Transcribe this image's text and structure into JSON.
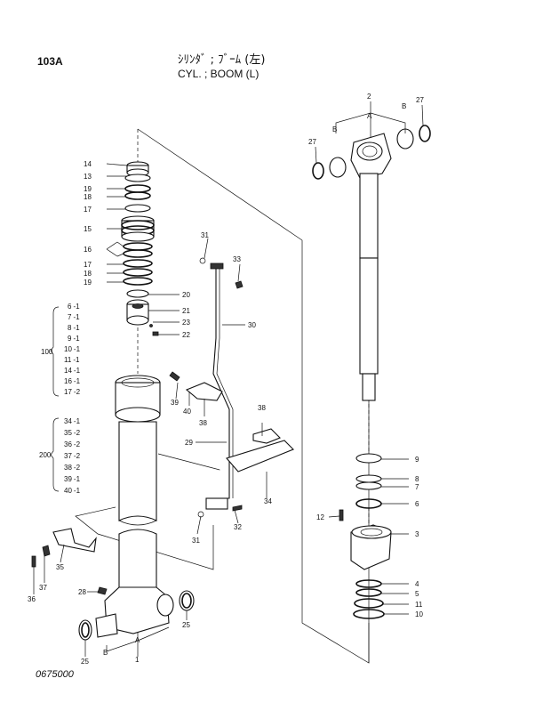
{
  "header": {
    "page_number": "103A",
    "title_jp": "ｼﾘﾝﾀﾞ ; ﾌﾞｰﾑ (左)",
    "title_en": "CYL. ; BOOM (L)"
  },
  "footer": {
    "drawing_code": "0675000"
  },
  "callouts": {
    "p14": "14",
    "p13": "13",
    "p19a": "19",
    "p18a": "18",
    "p17a": "17",
    "p15": "15",
    "p16": "16",
    "p17b": "17",
    "p18b": "18",
    "p19b": "19",
    "p20": "20",
    "p21": "21",
    "p23": "23",
    "p22": "22",
    "p31a": "31",
    "p33": "33",
    "p30": "30",
    "p39": "39",
    "p40": "40",
    "p38a": "38",
    "p38b": "38",
    "p29": "29",
    "p34": "34",
    "p31b": "31",
    "p32": "32",
    "p35": "35",
    "p37": "37",
    "p36": "36",
    "p28": "28",
    "p25a": "25",
    "p25b": "25",
    "pA1": "A",
    "pB1": "B",
    "p1": "1",
    "p2": "2",
    "pA2": "A",
    "pB2a": "B",
    "pB2b": "B",
    "p27a": "27",
    "p27b": "27",
    "p9": "9",
    "p8": "8",
    "p7": "7",
    "p6": "6",
    "p12": "12",
    "p3": "3",
    "p4": "4",
    "p5": "5",
    "p11": "11",
    "p10": "10"
  },
  "group_100": {
    "label": "100",
    "items": [
      "6",
      "7",
      "8",
      "9",
      "10",
      "11",
      "14",
      "16",
      "17"
    ],
    "suffixes": [
      "-1",
      "-1",
      "-1",
      "-1",
      "-1",
      "-1",
      "-1",
      "-1",
      "-2"
    ]
  },
  "group_200": {
    "label": "200",
    "items": [
      "34",
      "35",
      "36",
      "37",
      "38",
      "39",
      "40"
    ],
    "suffixes": [
      "-1",
      "-2",
      "-2",
      "-2",
      "-2",
      "-1",
      "-1"
    ]
  }
}
